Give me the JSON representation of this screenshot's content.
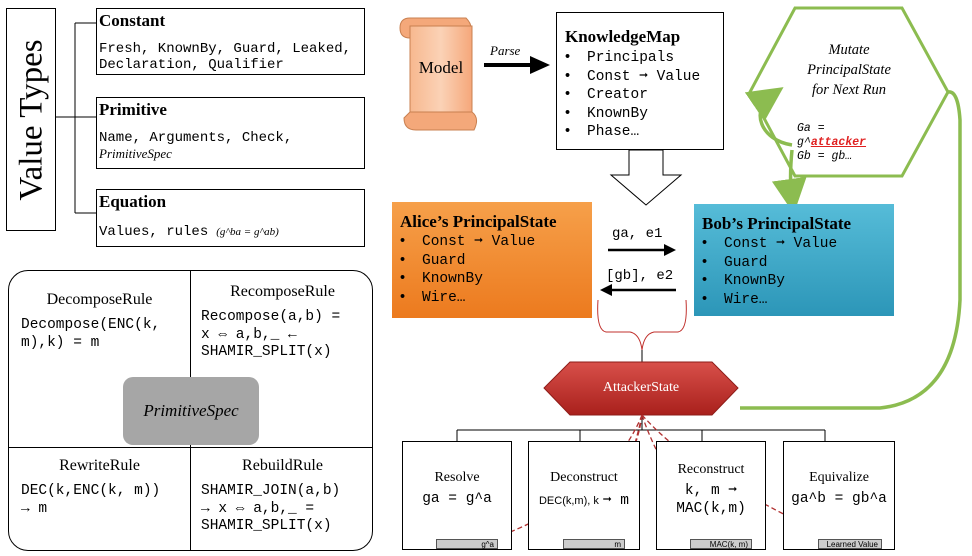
{
  "value_types": {
    "title": "Value Types",
    "constant": {
      "title": "Constant",
      "body": "Fresh, KnownBy, Guard, Leaked, Declaration, Qualifier"
    },
    "primitive": {
      "title": "Primitive",
      "body": "Name, Arguments, Check,",
      "body_italic": "PrimitiveSpec"
    },
    "equation": {
      "title": "Equation",
      "body": "Values, rules",
      "formula": "(g^ba = g^ab)"
    }
  },
  "primitive_spec": {
    "center_label": "PrimitiveSpec",
    "decompose": {
      "title": "DecomposeRule",
      "code": "Decompose(ENC(k,\nm),k) = m"
    },
    "recompose": {
      "title": "RecomposeRule",
      "code": "Recompose(a,b) =\nx ⇔ a,b,_ ←\nSHAMIR_SPLIT(x)"
    },
    "rewrite": {
      "title": "RewriteRule",
      "code": "DEC(k,ENC(k, m))\n→ m"
    },
    "rebuild": {
      "title": "RebuildRule",
      "code": "SHAMIR_JOIN(a,b)\n→ x ⇔ a,b,_ =\nSHAMIR_SPLIT(x)"
    }
  },
  "model": {
    "label": "Model",
    "arrow_label": "Parse"
  },
  "knowledge_map": {
    "title": "KnowledgeMap",
    "items": [
      "Principals",
      "Const ➞ Value",
      "Creator",
      "KnownBy",
      "Phase…"
    ]
  },
  "mutate": {
    "lines": [
      "Mutate",
      "PrincipalState",
      "for Next Run"
    ],
    "code_lines": [
      "Ga =",
      "g^",
      "attacker",
      "Gb = gb…"
    ]
  },
  "alice": {
    "title": "Alice’s PrincipalState",
    "items": [
      "Const ➞ Value",
      "Guard",
      "KnownBy",
      "Wire…"
    ],
    "color": "#f28c2e"
  },
  "bob": {
    "title": "Bob’s PrincipalState",
    "items": [
      "Const ➞ Value",
      "Guard",
      "KnownBy",
      "Wire…"
    ],
    "color": "#3aa7c7"
  },
  "messages": {
    "forward": "ga, e1",
    "backward": "[gb], e2"
  },
  "attacker": {
    "label": "AttackerState",
    "color": "#c0302c"
  },
  "attacker_children": [
    {
      "title": "Resolve",
      "code": "ga = g^a",
      "tag": "g^a"
    },
    {
      "title": "Deconstruct",
      "code_prefix": "DEC(k,m), k",
      "code_suffix": "➞ m",
      "tag": "m"
    },
    {
      "title": "Reconstruct",
      "code": "k, m ➞\nMAC(k,m)",
      "tag": "MAC(k, m)"
    },
    {
      "title": "Equivalize",
      "code": "ga^b = gb^a",
      "tag": "Learned Value"
    }
  ],
  "colors": {
    "green": "#8cbc50",
    "red_dashed": "#b03030"
  }
}
